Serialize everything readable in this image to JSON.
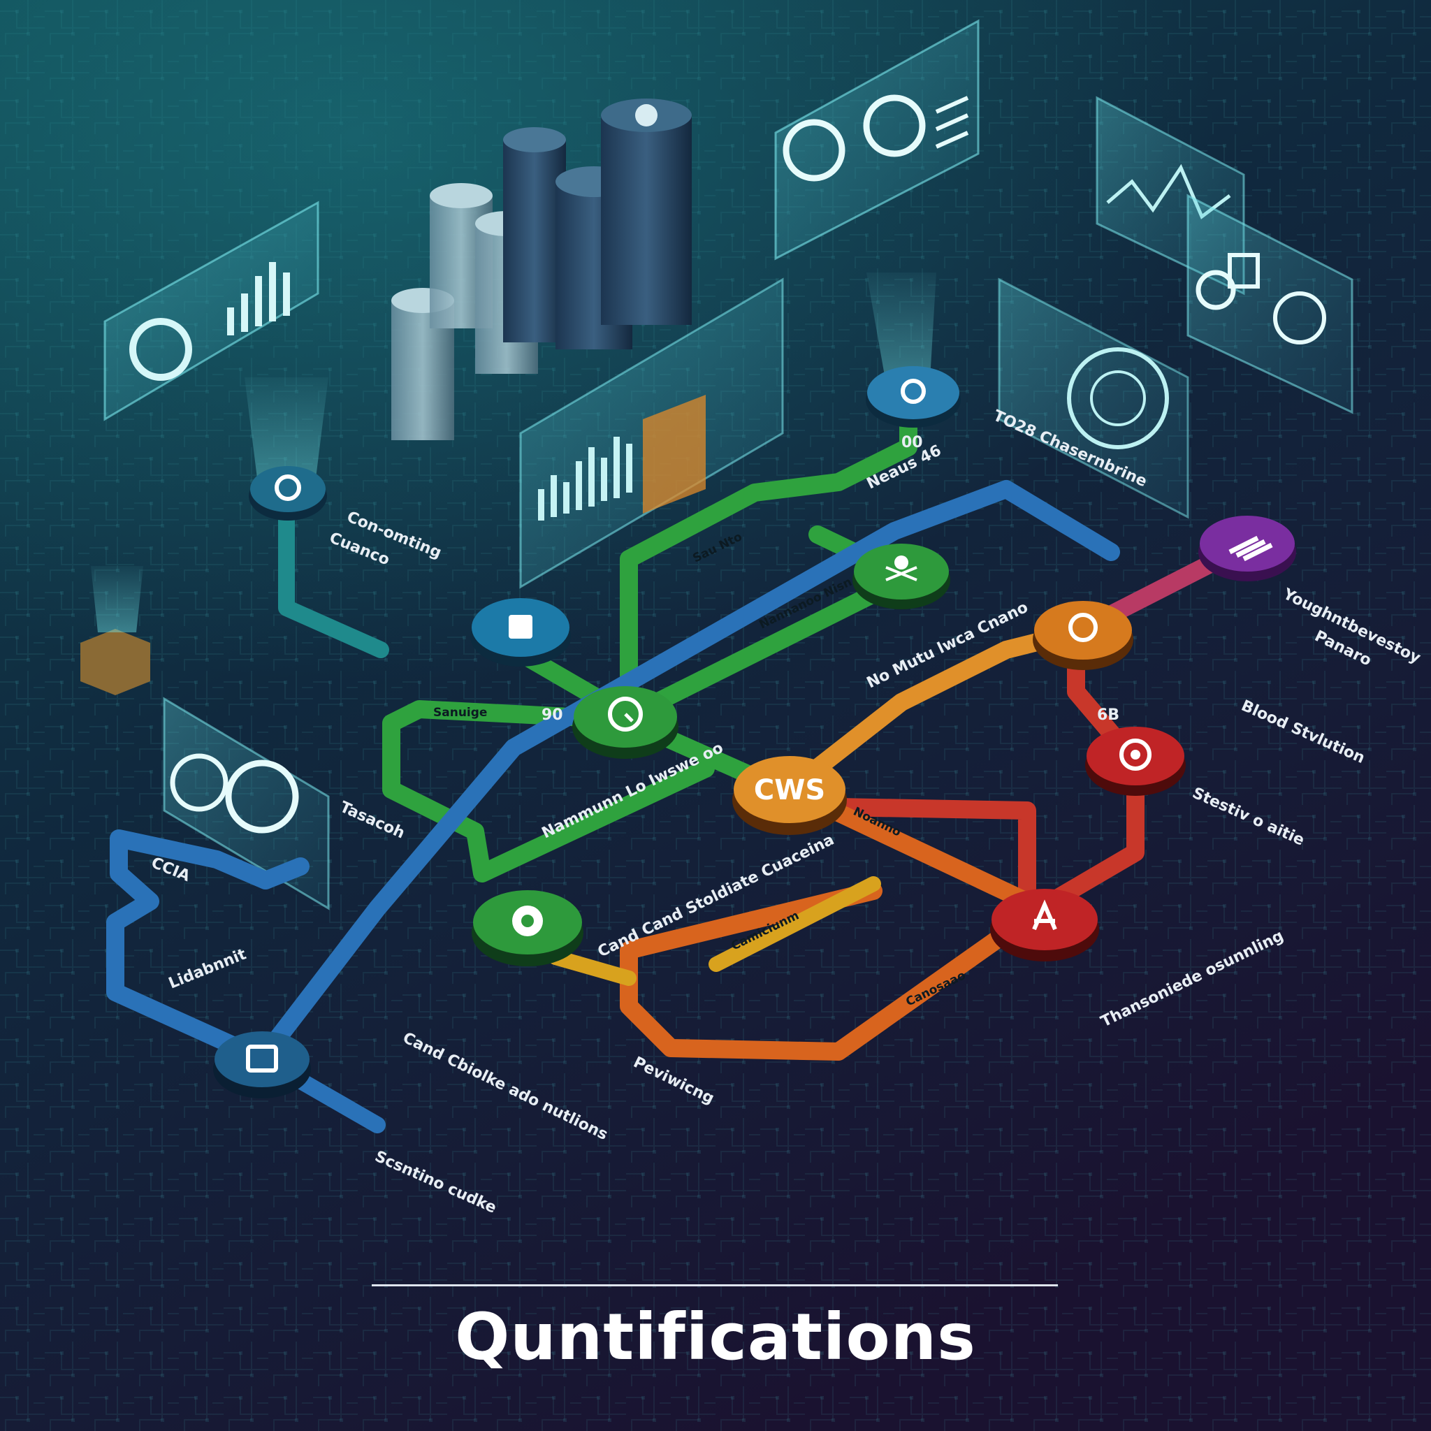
{
  "title": "Quntifications",
  "hub": {
    "label": "CWS"
  },
  "nodes": [
    {
      "id": "top-right-node",
      "icon": "chat-icon",
      "color": "#2a7fb0"
    },
    {
      "id": "left-projector-node",
      "icon": "search-icon",
      "color": "#1f6c8c"
    },
    {
      "id": "green-upper-node",
      "icon": "network-icon",
      "color": "#2e9a3c"
    },
    {
      "id": "purple-node",
      "icon": "bars-icon",
      "color": "#7a2ea0"
    },
    {
      "id": "blue-mid-node",
      "icon": "cube-icon",
      "color": "#1c7aa8"
    },
    {
      "id": "green-mid-node",
      "icon": "clock-icon",
      "color": "#2e9a3c"
    },
    {
      "id": "orange-right-node",
      "icon": "shield-icon",
      "color": "#d67a1e"
    },
    {
      "id": "red-right-node",
      "icon": "target-icon",
      "color": "#c02426"
    },
    {
      "id": "green-lower-node",
      "icon": "gear-icon",
      "color": "#2e9a3c"
    },
    {
      "id": "red-lower-node",
      "icon": "hand-icon",
      "color": "#c02426"
    },
    {
      "id": "blue-lower-node",
      "icon": "frame-icon",
      "color": "#1f5f8c"
    }
  ],
  "labels": {
    "l01": "TO28 Chasernbrine",
    "l02": "Neaus 46",
    "l03": "00",
    "l04": "Con-omting",
    "l05": "Cuanco",
    "l06": "Sau Nto",
    "l07": "Youghntbevestoy",
    "l08": "Panaro",
    "l09": "No Mutu lwca Cnano",
    "l10": "Blood Stvlution",
    "l11": "Sanuige",
    "l12": "90",
    "l13": "Stestiv o aitie",
    "l14": "Tasacoh",
    "l15": "Nammunn Lo Iwswe oo",
    "l16": "CCIA",
    "l17": "Cand Cand Stoldiate Cuaceina",
    "l18": "Thansoniede osunnling",
    "l19": "Lidabnnit",
    "l20": "Cand Cbiolke ado nutlions",
    "l21": "Peviwicng",
    "l22": "Scsntino cudke",
    "l23": "6B",
    "l24": "Canosaao",
    "l25": "Camiciunm",
    "l26": "Noanno",
    "l27": "Nannanoo Nisn"
  },
  "colors": {
    "background_top": "#0f3c48",
    "background_bottom": "#1a1230",
    "green_line": "#2fa23e",
    "blue_line": "#2a72b8",
    "teal_line": "#1f8a8c",
    "orange_line": "#e0902a",
    "red_line": "#c8372a",
    "purple_node": "#7a2ea0",
    "yellow_line": "#d8a21e"
  }
}
